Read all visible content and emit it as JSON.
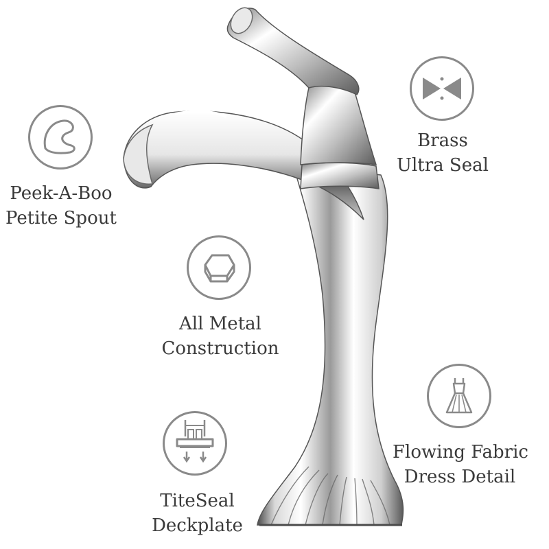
{
  "features": [
    {
      "id": "spout",
      "icon": "spout-curve-icon",
      "lines": [
        "Peek-A-Boo",
        "Petite Spout"
      ]
    },
    {
      "id": "seal",
      "icon": "bowtie-seal-icon",
      "lines": [
        "Brass",
        "Ultra Seal"
      ]
    },
    {
      "id": "metal",
      "icon": "hexagon-nut-icon",
      "lines": [
        "All Metal",
        "Construction"
      ]
    },
    {
      "id": "dress",
      "icon": "dress-icon",
      "lines": [
        "Flowing Fabric",
        "Dress Detail"
      ]
    },
    {
      "id": "deckplate",
      "icon": "deckplate-icon",
      "lines": [
        "TiteSeal",
        "Deckplate"
      ]
    }
  ],
  "colors": {
    "icon_stroke": "#8a8a8a",
    "text": "#3a3a3a",
    "chrome_dark": "#6e6e6e",
    "chrome_light": "#f4f4f4"
  }
}
